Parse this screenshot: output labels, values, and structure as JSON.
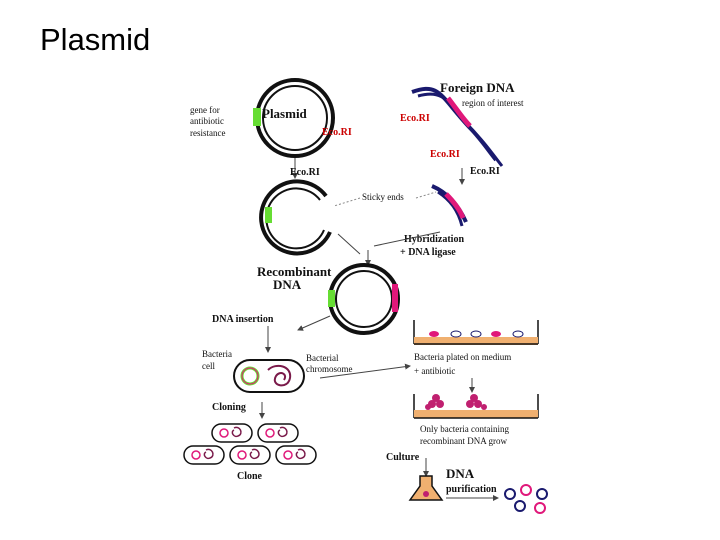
{
  "title": "Plasmid",
  "labels": {
    "foreign_dna": "Foreign DNA",
    "region_of_interest": "region of interest",
    "gene_for": "gene for",
    "antibiotic": "antibiotic",
    "resistance": "resistance",
    "plasmid": "Plasmid",
    "ecori_a": "Eco.RI",
    "ecori_b": "Eco.RI",
    "ecori_c": "Eco.RI",
    "ecori_d": "Eco.RI",
    "ecori_e": "Eco.RI",
    "sticky_ends": "Sticky ends",
    "hybridization": "Hybridization",
    "dna_ligase": "+ DNA ligase",
    "recombinant": "Recombinant",
    "recombinant_dna": "DNA",
    "dna_insertion": "DNA insertion",
    "bacteria": "Bacteria",
    "cell": "cell",
    "bacterial": "Bacterial",
    "chromosome": "chromosome",
    "plated_1": "Bacteria plated on medium",
    "plated_2": "+ antibiotic",
    "cloning": "Cloning",
    "only_1": "Only bacteria containing",
    "only_2": "recombinant DNA grow",
    "culture": "Culture",
    "clone": "Clone",
    "dna_purif_1": "DNA",
    "dna_purif_2": "purification"
  },
  "colors": {
    "dna_strand": "#1a1a6e",
    "insert": "#e0187a",
    "resistance_gene": "#66dd33",
    "medium": "#f0b070"
  }
}
